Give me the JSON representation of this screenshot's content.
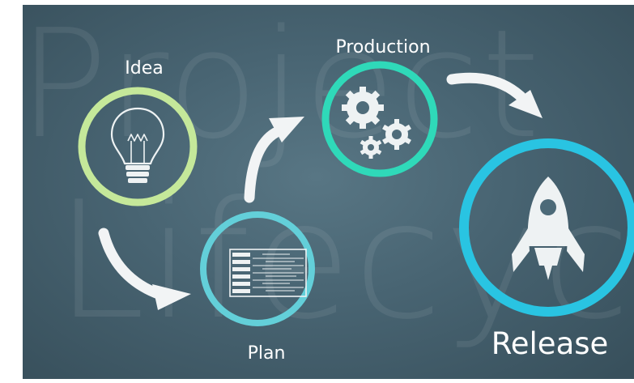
{
  "watermark": {
    "line1": "Project",
    "line2": "Lifecycl"
  },
  "stages": {
    "idea": {
      "label": "Idea",
      "color": "#c5e89a"
    },
    "plan": {
      "label": "Plan",
      "color": "#63cfd9"
    },
    "production": {
      "label": "Production",
      "color": "#2fd9b9"
    },
    "release": {
      "label": "Release",
      "color": "#29c4e2"
    }
  },
  "icons": {
    "idea": "lightbulb-icon",
    "plan": "document-list-icon",
    "production": "gears-icon",
    "release": "rocket-icon"
  }
}
